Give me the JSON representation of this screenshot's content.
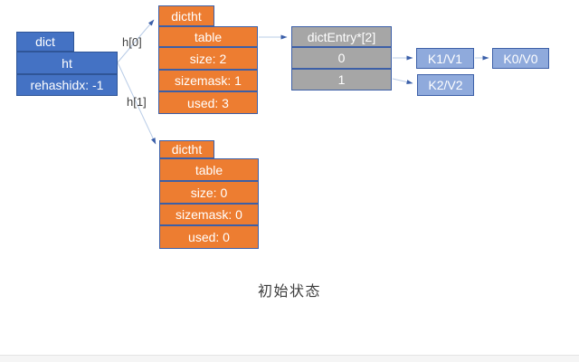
{
  "diagram": {
    "caption": "初始状态",
    "labels": {
      "h0": "h[0]",
      "h1": "h[1]"
    },
    "dict": {
      "title": "dict",
      "rows": [
        "ht",
        "rehashidx: -1"
      ]
    },
    "dictht_top": {
      "title": "dictht",
      "rows": [
        "table",
        "size: 2",
        "sizemask: 1",
        "used: 3"
      ]
    },
    "dictht_bottom": {
      "title": "dictht",
      "rows": [
        "table",
        "size: 0",
        "sizemask: 0",
        "used: 0"
      ]
    },
    "dict_entry": {
      "title": "dictEntry*[2]",
      "rows": [
        "0",
        "1"
      ]
    },
    "kv_nodes": {
      "k1": "K1/V1",
      "k2": "K2/V2",
      "k0": "K0/V0"
    },
    "colors": {
      "blue_fill": "#4472C4",
      "blue_border": "#2F5597",
      "orange_fill": "#ED7D31",
      "gray_fill": "#A6A6A6",
      "lightblue_fill": "#8FAADC",
      "cell_border": "#3C5FA7",
      "line_color": "#B9CCE7",
      "arrowhead_color": "#3B5FA9",
      "label_color": "#404040",
      "caption_color": "#3D3D3D"
    }
  }
}
